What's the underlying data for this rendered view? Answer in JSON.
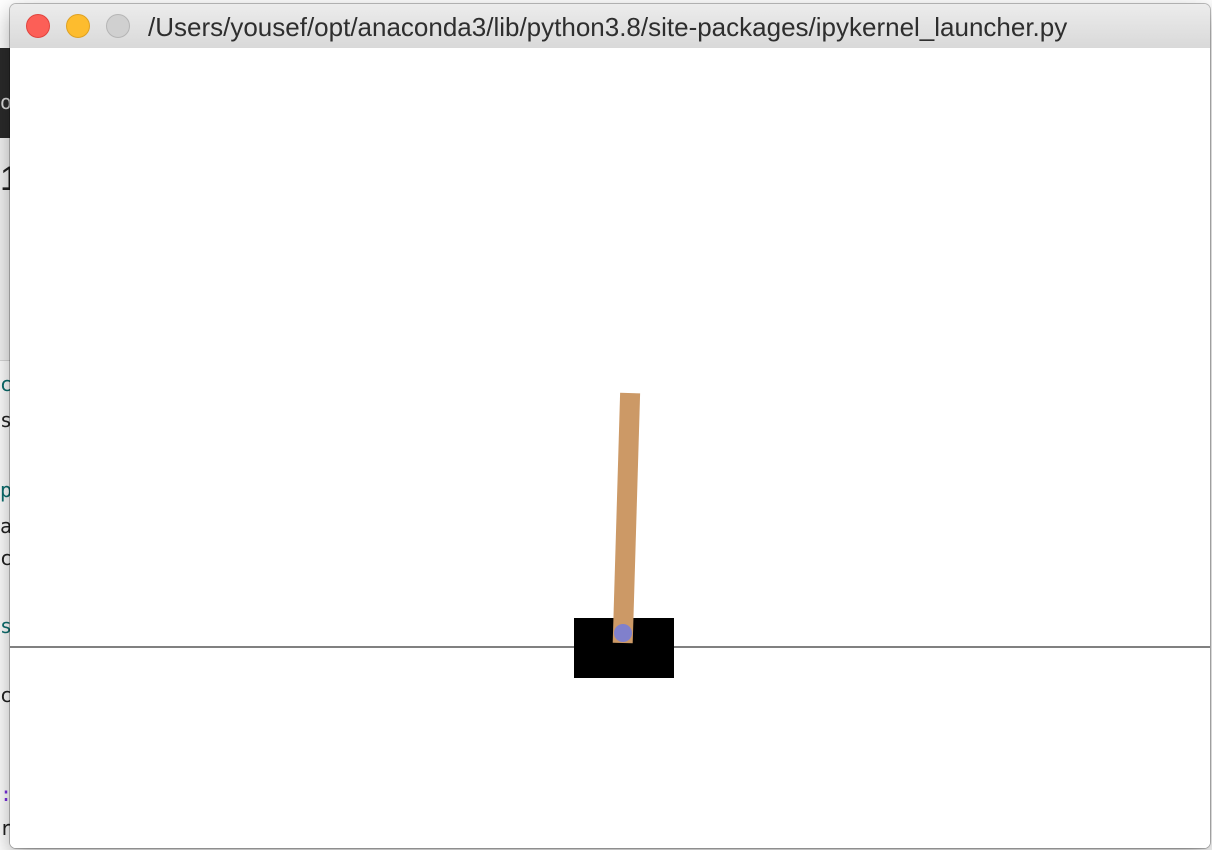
{
  "window": {
    "title": "/Users/yousef/opt/anaconda3/lib/python3.8/site-packages/ipykernel_launcher.py",
    "buttons": {
      "close": "close",
      "minimize": "minimize",
      "zoom": "zoom"
    }
  },
  "scene": {
    "environment": "CartPole",
    "pole_angle_deg": 1.7,
    "colors": {
      "background": "#ffffff",
      "track": "#000000",
      "cart": "#000000",
      "pole": "#cc9966",
      "axle": "#8080cc",
      "close_button": "#fc5f57",
      "minimize_button": "#fdbc2e",
      "zoom_button": "#d0d0d0"
    }
  },
  "background_editor": {
    "glyphs": [
      "1",
      "o",
      "c",
      "s",
      "p",
      "a",
      "c",
      "s",
      "c",
      ":",
      "r"
    ]
  }
}
